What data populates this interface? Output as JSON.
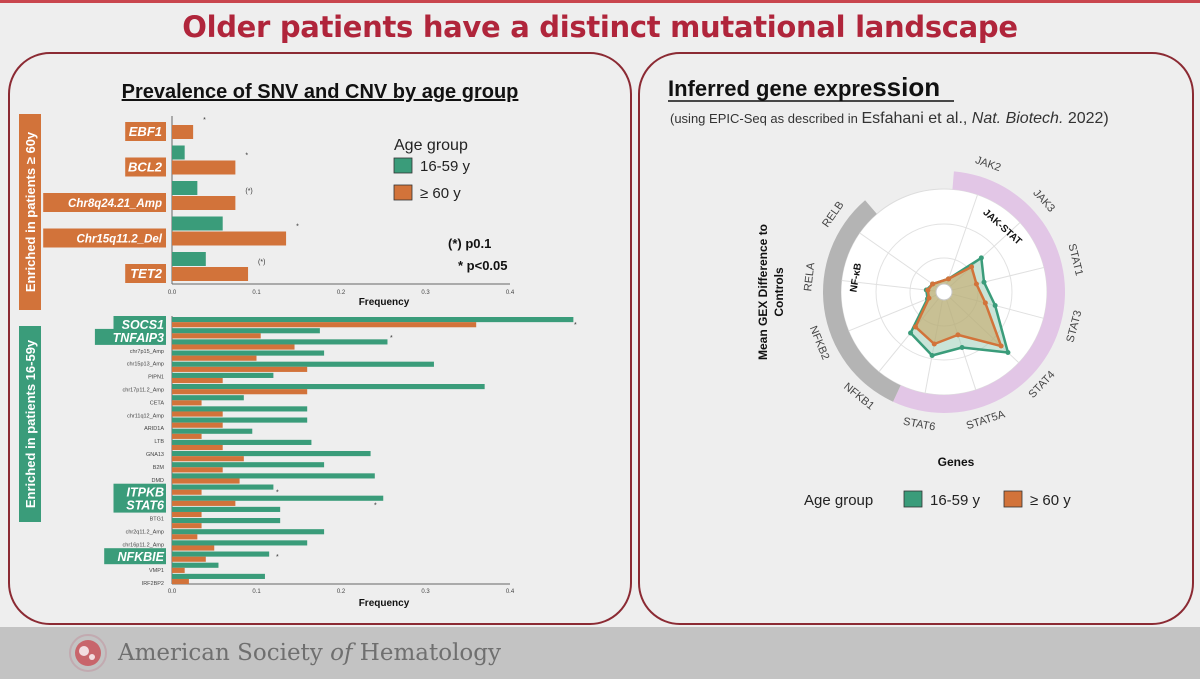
{
  "slide_title": "Older patients have a distinct mutational landscape",
  "footer": {
    "org_prefix": "American Society ",
    "org_italic": "of",
    "org_suffix": " Hematology"
  },
  "colors": {
    "young": "#3a9c7a",
    "old": "#d2733a",
    "accent": "#b0253b",
    "frame": "#8b2a33"
  },
  "left_panel": {
    "title": "Prevalence of SNV and CNV by age group",
    "side_label_top": "Enriched in patients ≥ 60y",
    "side_label_bottom": "Enriched in patients 16-59y",
    "legend": {
      "title": "Age group",
      "young": "16-59 y",
      "old": "≥ 60 y"
    },
    "significance": {
      "p01": "(*) p0.1",
      "p005": "* p<0.05"
    }
  },
  "right_panel": {
    "title": "Inferred gene expre",
    "title_tail": "ssion",
    "subtitle_prefix": "(using EPIC-Seq as described in ",
    "subtitle_author": "Esfahani et al., ",
    "subtitle_journal": "Nat. Biotech.",
    "subtitle_suffix": " 2022)",
    "ylabel_line1": "Mean GEX Difference to",
    "ylabel_line2": "Controls",
    "xlabel": "Genes",
    "group_nfkb": "NF-κB",
    "group_jakstat": "JAK-STAT",
    "legend": {
      "title": "Age group",
      "young": "16-59 y",
      "old": "≥ 60 y"
    }
  },
  "chart_data": [
    {
      "type": "bar",
      "orientation": "horizontal",
      "title": "Prevalence of SNV and CNV by age group",
      "xlabel": "Frequency",
      "xlim": [
        0,
        0.4
      ],
      "xticks": [
        "0.0",
        "0.1",
        "0.2",
        "0.3",
        "0.4"
      ],
      "categories": [
        "EBF1",
        "BCL2",
        "Chr8q24.21_Amp",
        "Chr15q11.2_Del",
        "TET2"
      ],
      "series": [
        {
          "name": "16-59 y",
          "values": [
            0.0,
            0.015,
            0.03,
            0.06,
            0.04
          ]
        },
        {
          "name": "≥ 60 y",
          "values": [
            0.025,
            0.075,
            0.075,
            0.135,
            0.09
          ]
        }
      ],
      "markers": [
        "*",
        "*",
        "(*)",
        "*",
        "(*)"
      ]
    },
    {
      "type": "bar",
      "orientation": "horizontal",
      "xlabel": "Frequency",
      "xlim": [
        0,
        0.4
      ],
      "xticks": [
        "0.0",
        "0.1",
        "0.2",
        "0.3",
        "0.4"
      ],
      "categories": [
        "SOCS1",
        "TNFAIP3",
        "chr7p15_Amp",
        "chr15p13_Amp",
        "PIPN1",
        "chr17p11.2_Amp",
        "CETA",
        "chr11q12_Amp",
        "ARID1A",
        "LTB",
        "GNA13",
        "B2M",
        "DMD",
        "ITPKB",
        "STAT6",
        "BTG1",
        "chr2q11.2_Amp",
        "chr16p11.2_Amp",
        "NFKBIE",
        "VMP1",
        "IRF2BP2"
      ],
      "highlighted": [
        "SOCS1",
        "TNFAIP3",
        "ITPKB",
        "STAT6",
        "NFKBIE"
      ],
      "series": [
        {
          "name": "16-59 y",
          "values": [
            0.475,
            0.175,
            0.255,
            0.18,
            0.31,
            0.12,
            0.37,
            0.085,
            0.16,
            0.16,
            0.095,
            0.165,
            0.235,
            0.18,
            0.24,
            0.12,
            0.25,
            0.128,
            0.128,
            0.18,
            0.16,
            0.115,
            0.055,
            0.11
          ]
        },
        {
          "name": "≥ 60 y",
          "values": [
            0.36,
            0.105,
            0.145,
            0.1,
            0.16,
            0.06,
            0.16,
            0.035,
            0.06,
            0.06,
            0.035,
            0.06,
            0.085,
            0.06,
            0.08,
            0.035,
            0.075,
            0.035,
            0.035,
            0.03,
            0.05,
            0.04,
            0.015,
            0.02
          ]
        }
      ],
      "markers": [
        "*",
        "*",
        "",
        "",
        "",
        "",
        "",
        "",
        "",
        "",
        "",
        "",
        "",
        "*",
        "*",
        "",
        "",
        "",
        "*",
        "",
        ""
      ]
    },
    {
      "type": "radar",
      "xlabel": "Genes",
      "ylabel": "Mean GEX Difference to Controls",
      "categories": [
        "JAK2",
        "JAK3",
        "STAT1",
        "STAT3",
        "STAT4",
        "STAT5A",
        "STAT6",
        "NFKB1",
        "NFKB2",
        "RELA",
        "RELB"
      ],
      "groups": [
        {
          "name": "JAK-STAT",
          "members": [
            "JAK2",
            "JAK3",
            "STAT1",
            "STAT3",
            "STAT4",
            "STAT5A",
            "STAT6"
          ]
        },
        {
          "name": "NF-κB",
          "members": [
            "NFKB1",
            "NFKB2",
            "RELA",
            "RELB"
          ]
        }
      ],
      "series": [
        {
          "name": "16-59 y",
          "values": [
            0.05,
            0.52,
            0.4,
            0.55,
            1.0,
            0.62,
            0.7,
            0.55,
            0.1,
            0.1,
            0.05
          ]
        },
        {
          "name": "≥ 60 y",
          "values": [
            0.05,
            0.35,
            0.3,
            0.42,
            0.88,
            0.45,
            0.55,
            0.45,
            0.08,
            0.08,
            0.05
          ]
        }
      ]
    }
  ]
}
